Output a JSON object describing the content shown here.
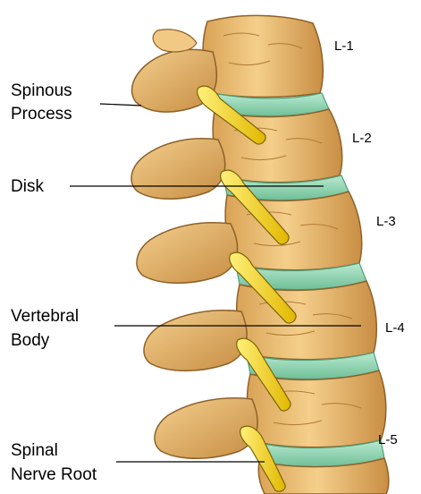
{
  "labels": {
    "spinous_process": [
      "Spinous",
      "Process"
    ],
    "disk": [
      "Disk"
    ],
    "vertebral_body": [
      "Vertebral",
      "Body"
    ],
    "spinal_nerve_root": [
      "Spinal",
      "Nerve Root"
    ]
  },
  "levels": [
    "L-1",
    "L-2",
    "L-3",
    "L-4",
    "L-5"
  ],
  "colors": {
    "bone": "#e9b86a",
    "bone_light": "#f7d79a",
    "bone_shadow": "#9b6a2c",
    "disk": "#8fd3b0",
    "disk_light": "#b9ead0",
    "nerve": "#f5d21a",
    "nerve_edge": "#7a6408",
    "background": "#ffffff"
  }
}
